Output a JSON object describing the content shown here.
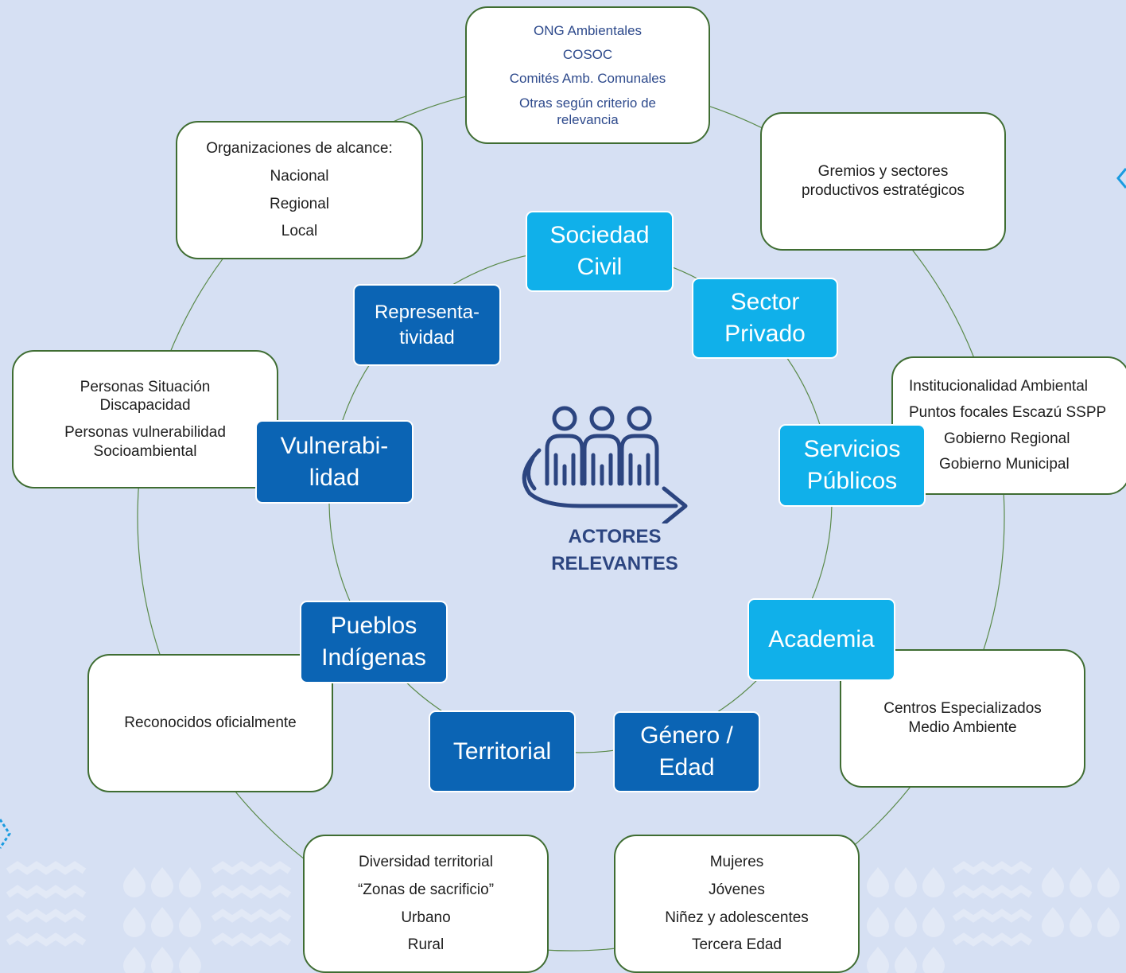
{
  "center": {
    "icon": "people-arrow-icon",
    "label_line1": "ACTORES",
    "label_line2": "RELEVANTES"
  },
  "categories": [
    {
      "label": "Sociedad\nCivil",
      "color": "#10b0ea"
    },
    {
      "label": "Sector\nPrivado",
      "color": "#10b0ea"
    },
    {
      "label": "Servicios\nPúblicos",
      "color": "#10b0ea"
    },
    {
      "label": "Academia",
      "color": "#10b0ea"
    },
    {
      "label": "Género /\nEdad",
      "color": "#0b64b4"
    },
    {
      "label": "Territorial",
      "color": "#0b64b4"
    },
    {
      "label": "Pueblos\nIndígenas",
      "color": "#0b64b4"
    },
    {
      "label": "Vulnerabi-\nlidad",
      "color": "#0b64b4"
    },
    {
      "label": "Representa-\ntividad",
      "color": "#0b64b4"
    }
  ],
  "detail_boxes": {
    "ong": [
      "ONG Ambientales",
      "COSOC",
      "Comités Amb. Comunales",
      "Otras según criterio de relevancia"
    ],
    "gremios": [
      "Gremios y sectores productivos estratégicos"
    ],
    "institucionalidad": [
      "Institucionalidad Ambiental",
      "Puntos focales Escazú SSPP",
      "Gobierno Regional",
      "Gobierno Municipal"
    ],
    "centros": [
      "Centros  Especializados Medio Ambiente"
    ],
    "genero": [
      "Mujeres",
      "Jóvenes",
      "Niñez y adolescentes",
      "Tercera Edad"
    ],
    "territorial": [
      "Diversidad territorial",
      "“Zonas de sacrificio”",
      "Urbano",
      "Rural"
    ],
    "reconocidos": [
      "Reconocidos oficialmente"
    ],
    "personas": [
      "Personas Situación Discapacidad",
      "Personas vulnerabilidad Socioambiental"
    ],
    "organizaciones": [
      "Organizaciones de alcance:",
      "Nacional",
      "Regional",
      "Local"
    ]
  },
  "colors": {
    "background": "#d6e0f3",
    "light_blue": "#10b0ea",
    "dark_blue": "#0b64b4",
    "box_border": "#3f6d32",
    "ong_text": "#2e4a8c",
    "center_text": "#2c4580"
  }
}
